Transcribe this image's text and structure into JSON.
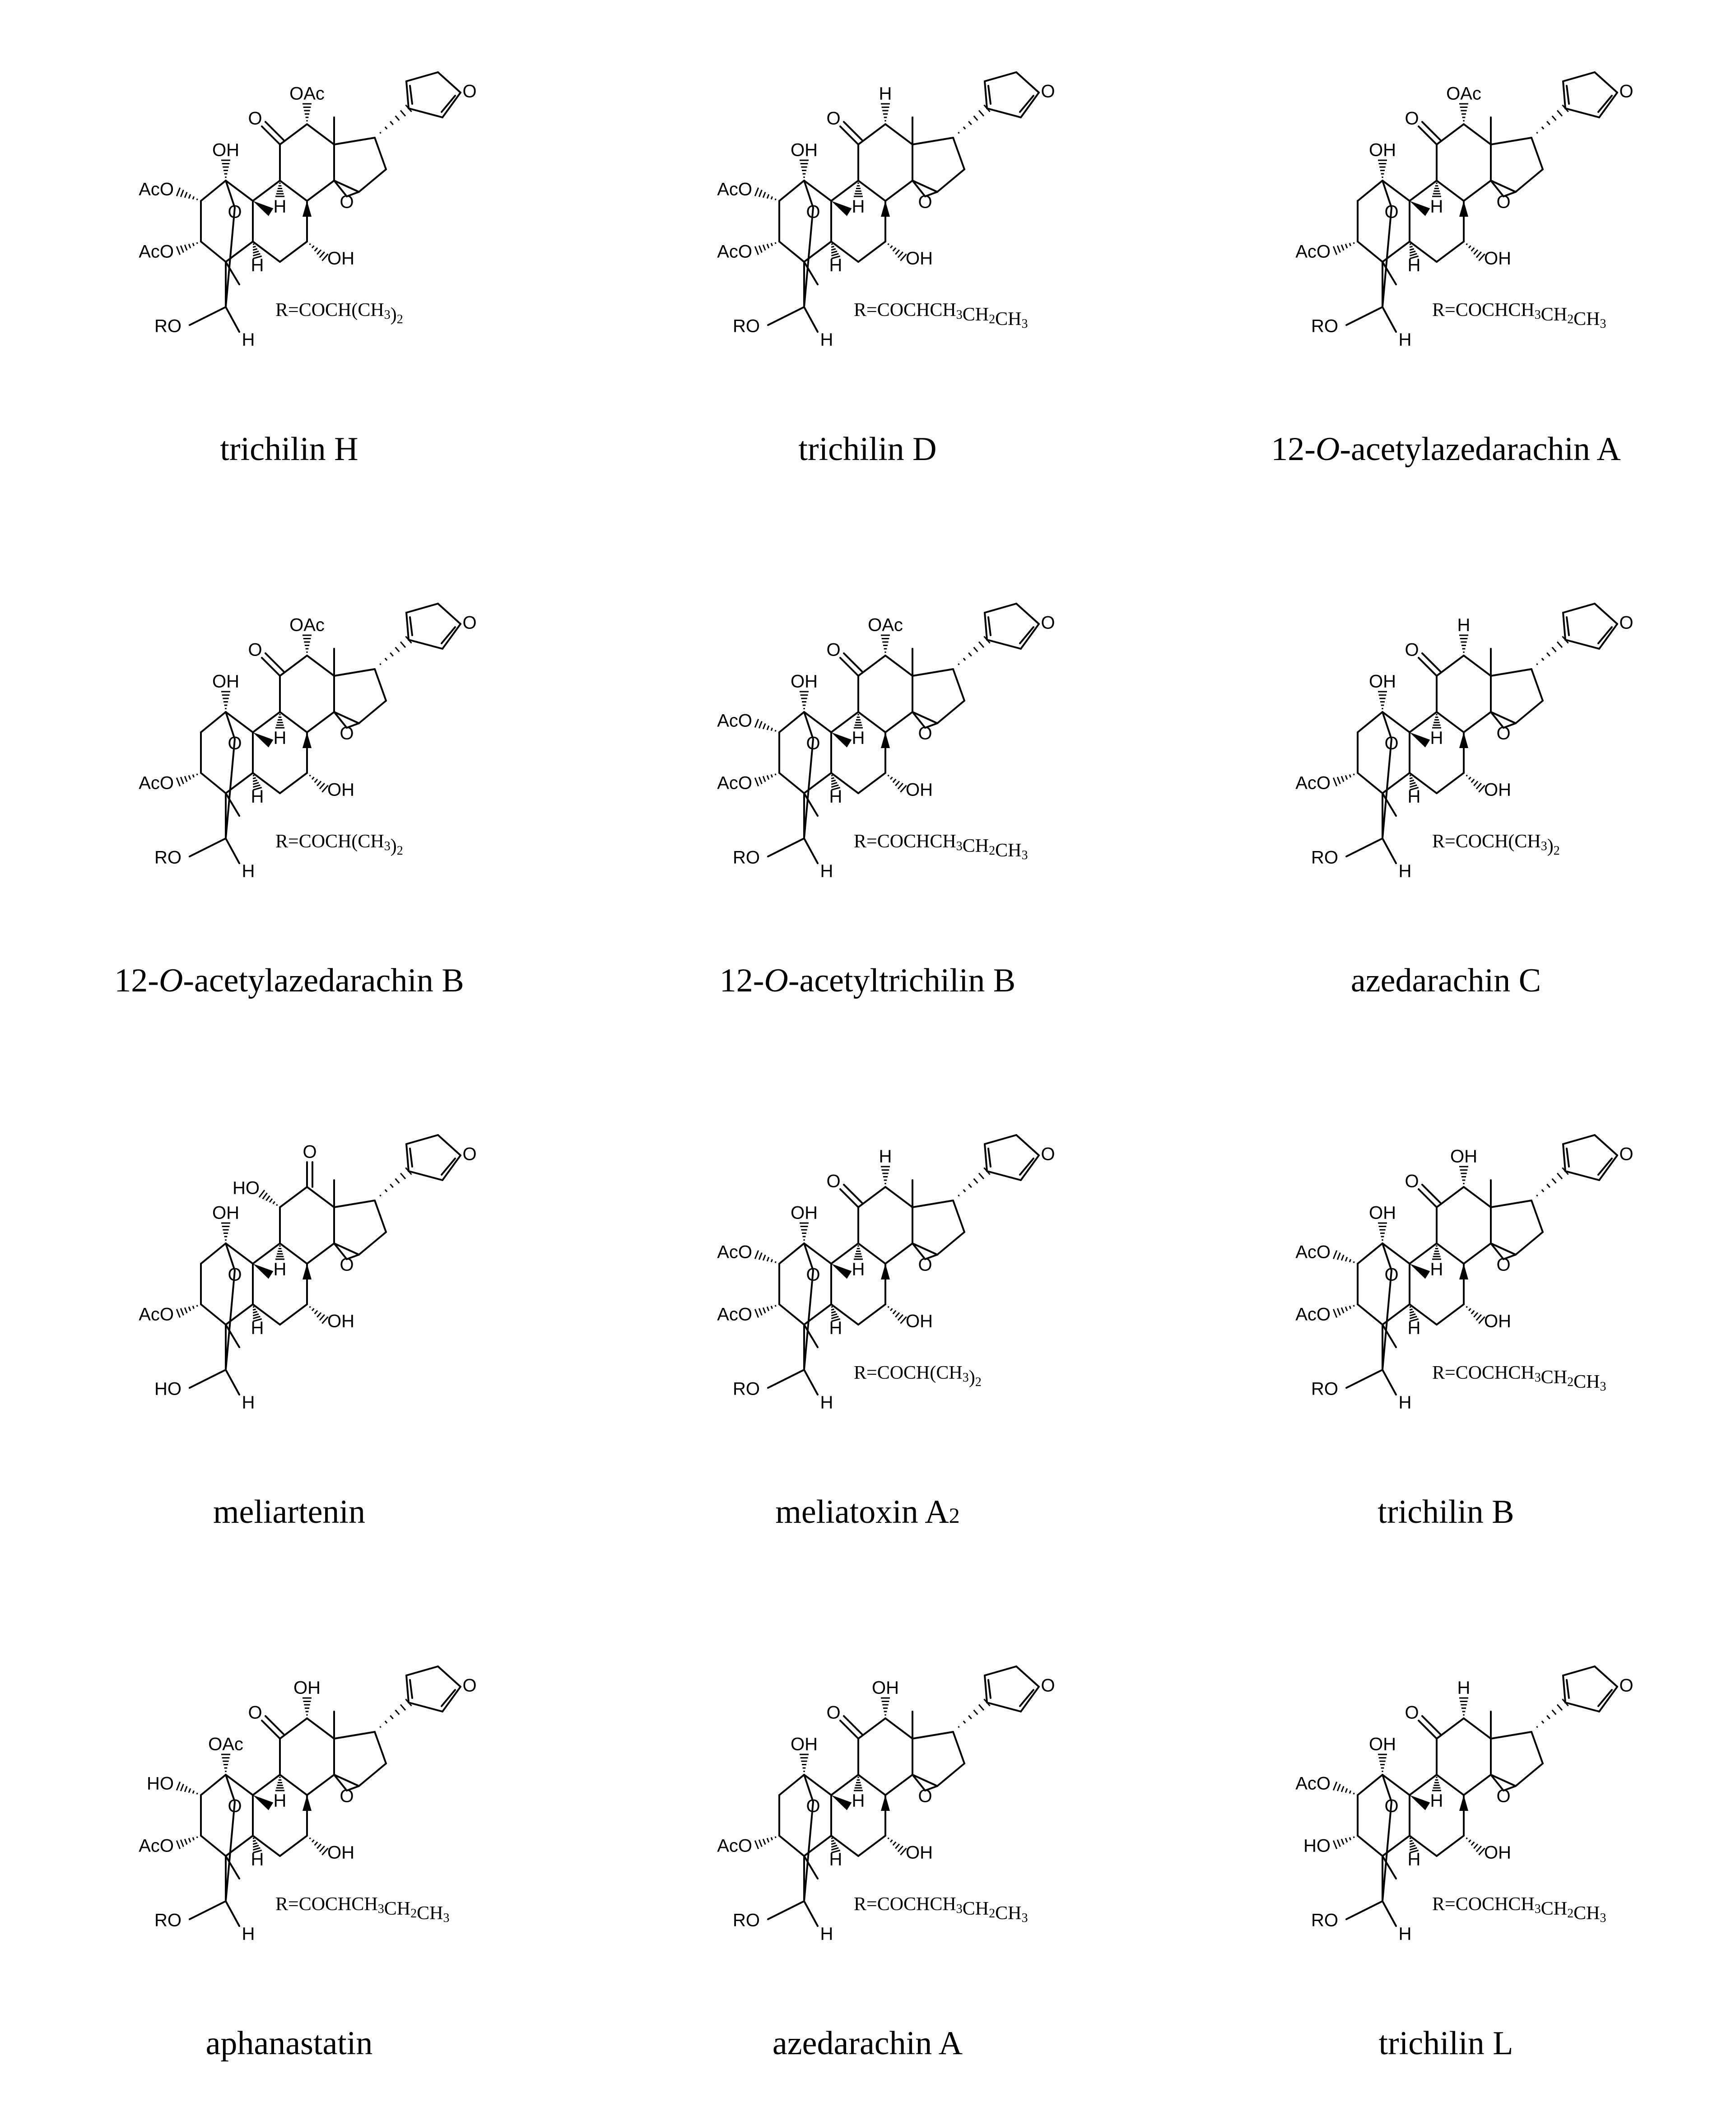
{
  "compounds": [
    {
      "name": "trichilin H",
      "r": "R=COCH(CH3)2",
      "c12": "OAc",
      "c11": "O",
      "c1": "OH",
      "c2": "AcO",
      "c3": "AcO",
      "c19": "RO",
      "c7": "OH"
    },
    {
      "name": "trichilin D",
      "r": "R=COCHCH3CH2CH3",
      "c12": "H",
      "c11": "O",
      "c1": "OH",
      "c2": "AcO",
      "c3": "AcO",
      "c19": "RO",
      "c7": "OH"
    },
    {
      "name_prefix": "12-",
      "name_italic": "O",
      "name_suffix": "-acetylazedarachin A",
      "r": "R=COCHCH3CH2CH3",
      "c12": "OAc",
      "c11": "O",
      "c1": "OH",
      "c2": "",
      "c3": "AcO",
      "c19": "RO",
      "c7": "OH"
    },
    {
      "name_prefix": "12-",
      "name_italic": "O",
      "name_suffix": "-acetylazedarachin B",
      "r": "R=COCH(CH3)2",
      "c12": "OAc",
      "c11": "O",
      "c1": "OH",
      "c2": "",
      "c3": "AcO",
      "c19": "RO",
      "c7": "OH"
    },
    {
      "name_prefix": "12-",
      "name_italic": "O",
      "name_suffix": "-acetyltrichilin B",
      "r": "R=COCHCH3CH2CH3",
      "c12": "OAc",
      "c11": "O",
      "c1": "OH",
      "c2": "AcO",
      "c3": "AcO",
      "c19": "RO",
      "c7": "OH"
    },
    {
      "name": "azedarachin C",
      "r": "R=COCH(CH3)2",
      "c12": "H",
      "c11": "O",
      "c1": "OH",
      "c2": "",
      "c3": "AcO",
      "c19": "RO",
      "c7": "OH"
    },
    {
      "name": "meliartenin",
      "r": "",
      "c12": "O",
      "c11": "HO",
      "c1": "OH",
      "c2": "",
      "c3": "AcO",
      "c19": "HO",
      "c7": "OH"
    },
    {
      "name_main": "meliatoxin A",
      "name_sub": "2",
      "r": "R=COCH(CH3)2",
      "c12": "H",
      "c11": "O",
      "c1": "OH",
      "c2": "AcO",
      "c3": "AcO",
      "c19": "RO",
      "c7": "OH"
    },
    {
      "name": "trichilin B",
      "r": "R=COCHCH3CH2CH3",
      "c12": "OH",
      "c11": "O",
      "c1": "OH",
      "c2": "AcO",
      "c3": "AcO",
      "c19": "RO",
      "c7": "OH"
    },
    {
      "name": "aphanastatin",
      "r": "R=COCHCH3CH2CH3",
      "c12": "OH",
      "c11": "O",
      "c1": "OAc",
      "c2": "HO",
      "c3": "AcO",
      "c19": "RO",
      "c7": "OH"
    },
    {
      "name": "azedarachin A",
      "r": "R=COCHCH3CH2CH3",
      "c12": "OH",
      "c11": "O",
      "c1": "OH",
      "c2": "",
      "c3": "AcO",
      "c19": "RO",
      "c7": "OH"
    },
    {
      "name": "trichilin L",
      "r": "R=COCHCH3CH2CH3",
      "c12": "H",
      "c11": "O",
      "c1": "OH",
      "c2": "AcO",
      "c3": "HO",
      "c19": "RO",
      "c7": "OH"
    }
  ],
  "atoms": {
    "furan_o": "O",
    "ether_o": "O",
    "epoxide_o": "O",
    "h": "H"
  }
}
